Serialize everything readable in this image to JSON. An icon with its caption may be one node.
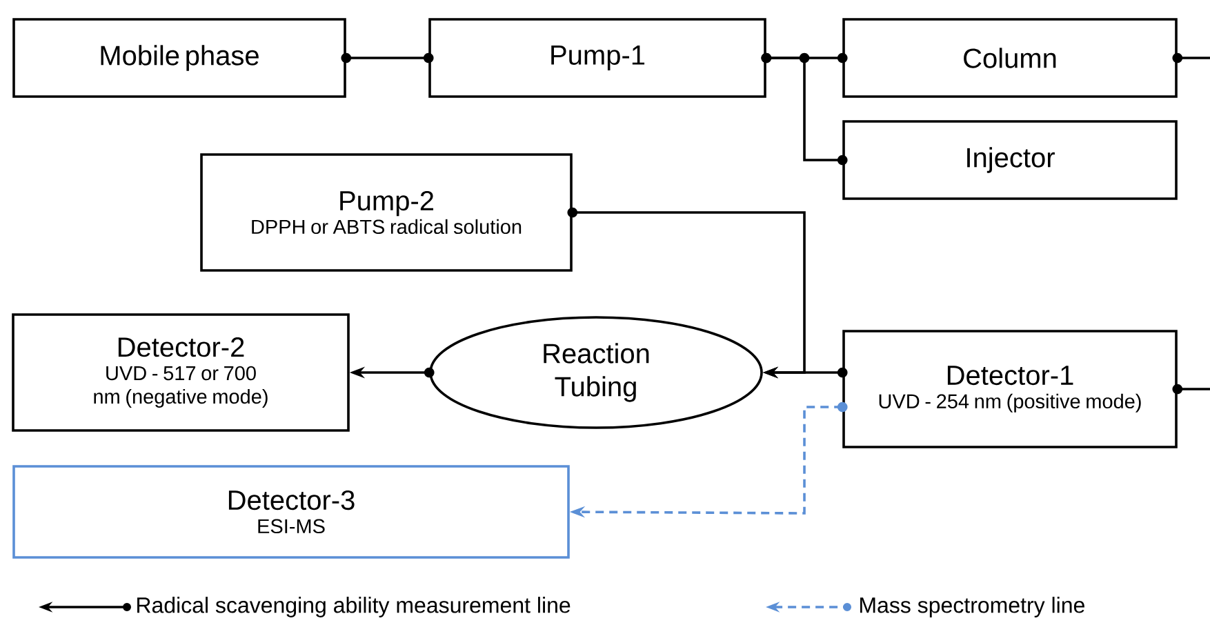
{
  "diagram": {
    "nodes": [
      {
        "text": [
          "Mobile phase"
        ]
      },
      {
        "text": [
          "Pump-1"
        ]
      },
      {
        "text": [
          "Column"
        ]
      },
      {
        "text": [
          "Injector"
        ]
      },
      {
        "text": [
          "Pump-2",
          "DPPH or ABTS radical solution"
        ]
      },
      {
        "text": [
          "Detector-2",
          "UVD - 517 or 700 nm (negative mode)"
        ]
      },
      {
        "text": [
          "Reaction Tubing"
        ]
      },
      {
        "text": [
          "Detector-1",
          "UVD - 254 nm (positive mode)"
        ]
      },
      {
        "text": [
          "Detector-3",
          "ESI-MS"
        ]
      }
    ],
    "edges": [
      {
        "from": 0,
        "to": 1,
        "arrow": "other"
      },
      {
        "from": 1,
        "to": 2,
        "arrow": "other"
      },
      {
        "from": 1,
        "to": 3,
        "arrow": "other"
      },
      {
        "from": 2,
        "to": null,
        "arrow": "other"
      },
      {
        "from": null,
        "to": 7,
        "arrow": "other"
      },
      {
        "from": 4,
        "to": 6,
        "arrow": "to"
      },
      {
        "from": 7,
        "to": 6,
        "arrow": "to"
      },
      {
        "from": 6,
        "to": 5,
        "arrow": "to"
      },
      {
        "from": 7,
        "to": 8,
        "arrow": "to",
        "style": "dashed",
        "color": "#5b8fd6"
      }
    ],
    "legend": [
      {
        "text": "Radical scavenging ability measurement line"
      },
      {
        "text": "Mass spectrometry line"
      }
    ]
  }
}
